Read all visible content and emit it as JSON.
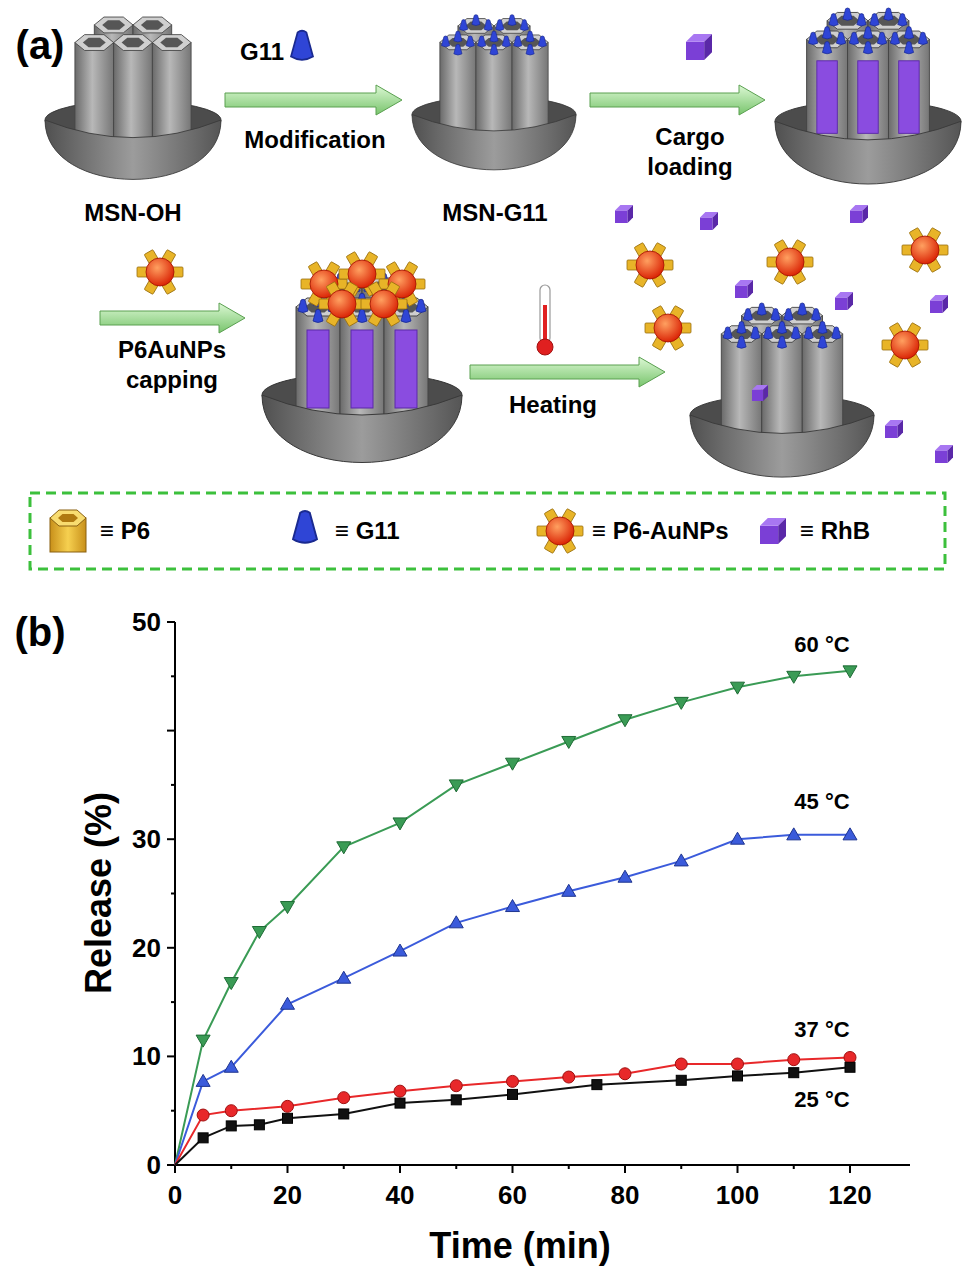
{
  "diagram": {
    "labels": [
      "(a)",
      "MSN-OH",
      "G11",
      "Modification",
      "MSN-G11",
      "Cargo loading",
      "P6AuNPs capping",
      "Heating",
      "(b)",
      "Release (%)",
      "Time (min)",
      "0",
      "10",
      "20",
      "30",
      "50",
      "0",
      "20",
      "40",
      "60",
      "80",
      "100",
      "120",
      "60 °C",
      "45 °C",
      "37 °C",
      "25 °C"
    ],
    "legend": [
      {
        "text": "≡ P6"
      },
      {
        "text": "≡ G11"
      },
      {
        "text": "≡ P6-AuNPs"
      },
      {
        "text": "≡ RhB"
      }
    ]
  }
}
